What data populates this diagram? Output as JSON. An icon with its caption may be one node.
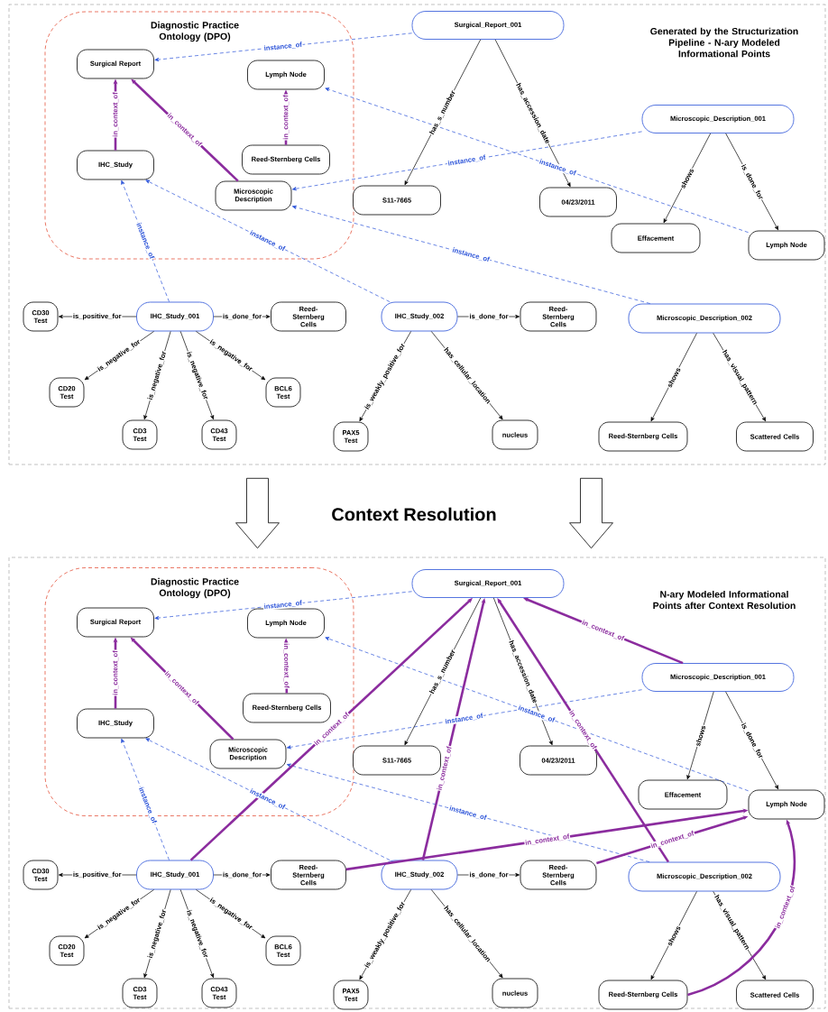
{
  "diagram": {
    "nodes": [
      {
        "text": [
          "Generated by the Structurization Pipeline - N-ary Modeled Informational Points"
        ]
      },
      {
        "text": [
          "Diagnostic Practice Ontology (DPO)"
        ],
        "in": 0
      },
      {
        "text": [
          "Surgical Report"
        ],
        "in": 1
      },
      {
        "text": [
          "Lymph Node"
        ],
        "in": 1
      },
      {
        "text": [
          "IHC_Study"
        ],
        "in": 1
      },
      {
        "text": [
          "Reed-Sternberg Cells"
        ],
        "in": 1
      },
      {
        "text": [
          "Microscopic Description"
        ],
        "in": 1
      },
      {
        "text": [
          "Surgical_Report_001"
        ],
        "in": 0
      },
      {
        "text": [
          "Microscopic_Description_001"
        ],
        "in": 0
      },
      {
        "text": [
          "S11-7665"
        ],
        "in": 0
      },
      {
        "text": [
          "04/23/2011"
        ],
        "in": 0
      },
      {
        "text": [
          "Effacement"
        ],
        "in": 0
      },
      {
        "text": [
          "Lymph Node"
        ],
        "in": 0
      },
      {
        "text": [
          "CD30 Test"
        ],
        "in": 0
      },
      {
        "text": [
          "IHC_Study_001"
        ],
        "in": 0
      },
      {
        "text": [
          "Reed-Sternberg Cells"
        ],
        "in": 0
      },
      {
        "text": [
          "IHC_Study_002"
        ],
        "in": 0
      },
      {
        "text": [
          "Reed-Sternberg Cells"
        ],
        "in": 0
      },
      {
        "text": [
          "Microscopic_Description_002"
        ],
        "in": 0
      },
      {
        "text": [
          "CD20 Test"
        ],
        "in": 0
      },
      {
        "text": [
          "BCL6 Test"
        ],
        "in": 0
      },
      {
        "text": [
          "CD3 Test"
        ],
        "in": 0
      },
      {
        "text": [
          "CD43 Test"
        ],
        "in": 0
      },
      {
        "text": [
          "PAX5 Test"
        ],
        "in": 0
      },
      {
        "text": [
          "nucleus"
        ],
        "in": 0
      },
      {
        "text": [
          "Reed-Sternberg Cells"
        ],
        "in": 0
      },
      {
        "text": [
          "Scattered Cells"
        ],
        "in": 0
      },
      {
        "text": [
          "N-ary Modeled Informational Points after Context Resolution"
        ]
      },
      {
        "text": [
          "Diagnostic Practice Ontology (DPO)"
        ],
        "in": 27
      },
      {
        "text": [
          "Surgical Report"
        ],
        "in": 28
      },
      {
        "text": [
          "Lymph Node"
        ],
        "in": 28
      },
      {
        "text": [
          "IHC_Study"
        ],
        "in": 28
      },
      {
        "text": [
          "Reed-Sternberg Cells"
        ],
        "in": 28
      },
      {
        "text": [
          "Microscopic Description"
        ],
        "in": 28
      },
      {
        "text": [
          "Surgical_Report_001"
        ],
        "in": 27
      },
      {
        "text": [
          "Microscopic_Description_001"
        ],
        "in": 27
      },
      {
        "text": [
          "S11-7665"
        ],
        "in": 27
      },
      {
        "text": [
          "04/23/2011"
        ],
        "in": 27
      },
      {
        "text": [
          "Effacement"
        ],
        "in": 27
      },
      {
        "text": [
          "Lymph Node"
        ],
        "in": 27
      },
      {
        "text": [
          "CD30 Test"
        ],
        "in": 27
      },
      {
        "text": [
          "IHC_Study_001"
        ],
        "in": 27
      },
      {
        "text": [
          "Reed-Sternberg Cells"
        ],
        "in": 27
      },
      {
        "text": [
          "IHC_Study_002"
        ],
        "in": 27
      },
      {
        "text": [
          "Reed-Sternberg Cells"
        ],
        "in": 27
      },
      {
        "text": [
          "Microscopic_Description_002"
        ],
        "in": 27
      },
      {
        "text": [
          "CD20 Test"
        ],
        "in": 27
      },
      {
        "text": [
          "BCL6 Test"
        ],
        "in": 27
      },
      {
        "text": [
          "CD3 Test"
        ],
        "in": 27
      },
      {
        "text": [
          "CD43 Test"
        ],
        "in": 27
      },
      {
        "text": [
          "PAX5 Test"
        ],
        "in": 27
      },
      {
        "text": [
          "nucleus"
        ],
        "in": 27
      },
      {
        "text": [
          "Reed-Sternberg Cells"
        ],
        "in": 27
      },
      {
        "text": [
          "Scattered Cells"
        ],
        "in": 27
      }
    ],
    "edges": [
      {
        "from": 7,
        "to": 2,
        "arrow": "to",
        "label": "instance_of",
        "style": "dashed",
        "color": "#2a52d8"
      },
      {
        "from": 4,
        "to": 2,
        "arrow": "to",
        "label": "in_context_of",
        "style": "thick",
        "color": "#8b2c9e"
      },
      {
        "from": 6,
        "to": 2,
        "arrow": "to",
        "label": "in_context_of",
        "style": "thick",
        "color": "#8b2c9e"
      },
      {
        "from": 5,
        "to": 3,
        "arrow": "to",
        "label": "in_context_of",
        "style": "thick",
        "color": "#8b2c9e"
      },
      {
        "from": 12,
        "to": 3,
        "arrow": "to",
        "label": "instance_of",
        "style": "dashed",
        "color": "#2a52d8"
      },
      {
        "from": 8,
        "to": 6,
        "arrow": "to",
        "label": "instance_of",
        "style": "dashed",
        "color": "#2a52d8"
      },
      {
        "from": 18,
        "to": 6,
        "arrow": "to",
        "label": "instance_of",
        "style": "dashed",
        "color": "#2a52d8"
      },
      {
        "from": 14,
        "to": 4,
        "arrow": "to",
        "label": "instance_of",
        "style": "dashed",
        "color": "#2a52d8"
      },
      {
        "from": 16,
        "to": 4,
        "arrow": "to",
        "label": "instance_of",
        "style": "dashed",
        "color": "#2a52d8"
      },
      {
        "from": 7,
        "to": 9,
        "arrow": "to",
        "label": "has_s_number"
      },
      {
        "from": 7,
        "to": 10,
        "arrow": "to",
        "label": "has_accession_date"
      },
      {
        "from": 8,
        "to": 11,
        "arrow": "to",
        "label": "shows"
      },
      {
        "from": 8,
        "to": 12,
        "arrow": "to",
        "label": "is_done_for"
      },
      {
        "from": 14,
        "to": 13,
        "arrow": "to",
        "label": "is_positive_for"
      },
      {
        "from": 14,
        "to": 15,
        "arrow": "to",
        "label": "is_done_for"
      },
      {
        "from": 14,
        "to": 19,
        "arrow": "to",
        "label": "is_negative_for"
      },
      {
        "from": 14,
        "to": 21,
        "arrow": "to",
        "label": "is_negative_for"
      },
      {
        "from": 14,
        "to": 22,
        "arrow": "to",
        "label": "is_negative_for"
      },
      {
        "from": 14,
        "to": 20,
        "arrow": "to",
        "label": "is_negative_for"
      },
      {
        "from": 16,
        "to": 17,
        "arrow": "to",
        "label": "is_done_for"
      },
      {
        "from": 16,
        "to": 23,
        "arrow": "to",
        "label": "is_weakly_positive_for"
      },
      {
        "from": 16,
        "to": 24,
        "arrow": "to",
        "label": "has_cellular_location"
      },
      {
        "from": 18,
        "to": 25,
        "arrow": "to",
        "label": "shows"
      },
      {
        "from": 18,
        "to": 26,
        "arrow": "to",
        "label": "has_visual_pattern"
      },
      {
        "from": 34,
        "to": 29,
        "arrow": "to",
        "label": "instance_of",
        "style": "dashed",
        "color": "#2a52d8"
      },
      {
        "from": 31,
        "to": 29,
        "arrow": "to",
        "label": "in_context_of",
        "style": "thick",
        "color": "#8b2c9e"
      },
      {
        "from": 33,
        "to": 29,
        "arrow": "to",
        "label": "in_context_of",
        "style": "thick",
        "color": "#8b2c9e"
      },
      {
        "from": 32,
        "to": 30,
        "arrow": "to",
        "label": "in_context_of",
        "style": "thick",
        "color": "#8b2c9e"
      },
      {
        "from": 39,
        "to": 30,
        "arrow": "to",
        "label": "instance_of",
        "style": "dashed",
        "color": "#2a52d8"
      },
      {
        "from": 35,
        "to": 33,
        "arrow": "to",
        "label": "instance_of",
        "style": "dashed",
        "color": "#2a52d8"
      },
      {
        "from": 45,
        "to": 33,
        "arrow": "to",
        "label": "instance_of",
        "style": "dashed",
        "color": "#2a52d8"
      },
      {
        "from": 41,
        "to": 31,
        "arrow": "to",
        "label": "instance_of",
        "style": "dashed",
        "color": "#2a52d8"
      },
      {
        "from": 43,
        "to": 31,
        "arrow": "to",
        "label": "instance_of",
        "style": "dashed",
        "color": "#2a52d8"
      },
      {
        "from": 34,
        "to": 36,
        "arrow": "to",
        "label": "has_s_number"
      },
      {
        "from": 34,
        "to": 37,
        "arrow": "to",
        "label": "has_accession_date"
      },
      {
        "from": 35,
        "to": 38,
        "arrow": "to",
        "label": "shows"
      },
      {
        "from": 35,
        "to": 39,
        "arrow": "to",
        "label": "is_done_for"
      },
      {
        "from": 41,
        "to": 40,
        "arrow": "to",
        "label": "is_positive_for"
      },
      {
        "from": 41,
        "to": 42,
        "arrow": "to",
        "label": "is_done_for"
      },
      {
        "from": 41,
        "to": 46,
        "arrow": "to",
        "label": "is_negative_for"
      },
      {
        "from": 41,
        "to": 48,
        "arrow": "to",
        "label": "is_negative_for"
      },
      {
        "from": 41,
        "to": 49,
        "arrow": "to",
        "label": "is_negative_for"
      },
      {
        "from": 41,
        "to": 47,
        "arrow": "to",
        "label": "is_negative_for"
      },
      {
        "from": 43,
        "to": 44,
        "arrow": "to",
        "label": "is_done_for"
      },
      {
        "from": 43,
        "to": 50,
        "arrow": "to",
        "label": "is_weakly_positive_for"
      },
      {
        "from": 43,
        "to": 51,
        "arrow": "to",
        "label": "has_cellular_location"
      },
      {
        "from": 45,
        "to": 52,
        "arrow": "to",
        "label": "shows"
      },
      {
        "from": 45,
        "to": 53,
        "arrow": "to",
        "label": "has_visual_pattern"
      },
      {
        "from": 41,
        "to": 34,
        "arrow": "to",
        "label": "in_context_of",
        "style": "thick",
        "color": "#8b2c9e"
      },
      {
        "from": 43,
        "to": 34,
        "arrow": "to",
        "label": "in_context_of",
        "style": "thick",
        "color": "#8b2c9e"
      },
      {
        "from": 45,
        "to": 34,
        "arrow": "to",
        "label": "in_context_of",
        "style": "thick",
        "color": "#8b2c9e"
      },
      {
        "from": 35,
        "to": 34,
        "arrow": "to",
        "label": "in_context_of",
        "style": "thick",
        "color": "#8b2c9e"
      },
      {
        "from": 42,
        "to": 39,
        "arrow": "to",
        "label": "in_context_of",
        "style": "thick",
        "color": "#8b2c9e"
      },
      {
        "from": 44,
        "to": 39,
        "arrow": "to",
        "label": "in_context_of",
        "style": "thick",
        "color": "#8b2c9e"
      },
      {
        "from": 52,
        "to": 39,
        "arrow": "to",
        "label": "in_context_of",
        "style": "thick",
        "color": "#8b2c9e"
      },
      {
        "from": 0,
        "to": 27,
        "arrow": "to"
      },
      {
        "from": 0,
        "to": 27,
        "arrow": "to"
      }
    ],
    "labels": [
      "Context Resolution"
    ]
  }
}
